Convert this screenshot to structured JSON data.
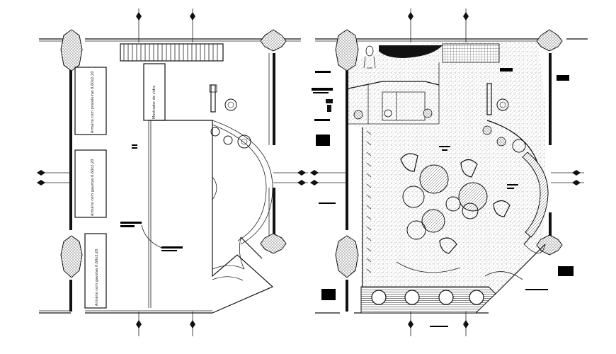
{
  "plan_left": {
    "labels": [
      {
        "text": "Armário com prateleiras 0,60x2,20"
      },
      {
        "text": "Armário com gavetas 0,60x2,20"
      },
      {
        "text": "Armário com gavetas 0,60x2,20"
      },
      {
        "text": "Mostrador de vidro"
      }
    ]
  },
  "colors": {
    "line": "#111111",
    "hatch": "#444444",
    "background": "#ffffff"
  }
}
